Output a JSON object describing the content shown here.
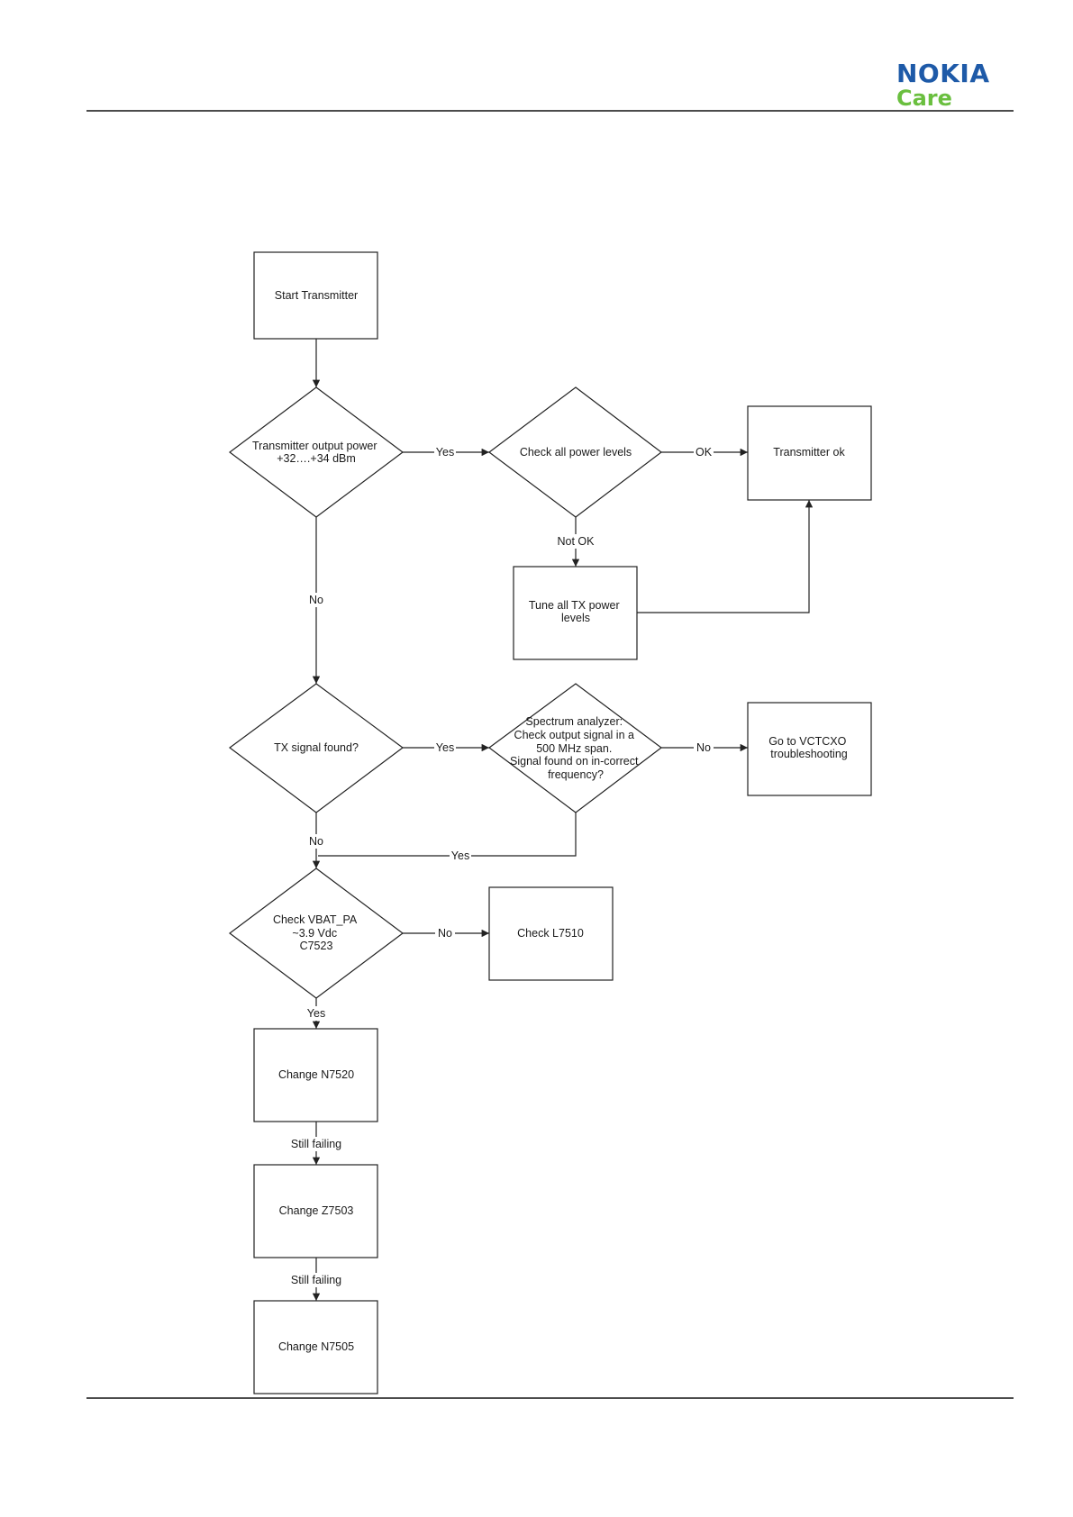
{
  "header": {
    "logo_brand": "NOKIA",
    "logo_sub": "Care",
    "brand_color": "#1e5aa8",
    "sub_color": "#6abf3f"
  },
  "flowchart": {
    "nodes": {
      "start": "Start Transmitter",
      "q_power": [
        "Transmitter output power",
        "+32….+34 dBm"
      ],
      "q_levels": "Check all power levels",
      "tx_ok": "Transmitter ok",
      "tune": [
        "Tune all TX power",
        "levels"
      ],
      "q_signal": "TX signal found?",
      "q_spectrum": [
        "Spectrum analyzer:",
        "Check output signal in a",
        "500 MHz span.",
        "Signal found on in-correct",
        "frequency?"
      ],
      "vctcxo": [
        "Go to VCTCXO",
        "troubleshooting"
      ],
      "q_vbat": [
        "Check VBAT_PA",
        "~3.9 Vdc",
        "C7523"
      ],
      "check_l": "Check L7510",
      "change1": "Change N7520",
      "change2": "Change Z7503",
      "change3": "Change N7505"
    },
    "edges": {
      "power_yes": "Yes",
      "levels_ok": "OK",
      "levels_notok": "Not OK",
      "power_no": "No",
      "signal_yes": "Yes",
      "spectrum_no": "No",
      "signal_no": "No",
      "spectrum_yes": "Yes",
      "vbat_no": "No",
      "vbat_yes": "Yes",
      "fail1": "Still failing",
      "fail2": "Still failing"
    }
  }
}
